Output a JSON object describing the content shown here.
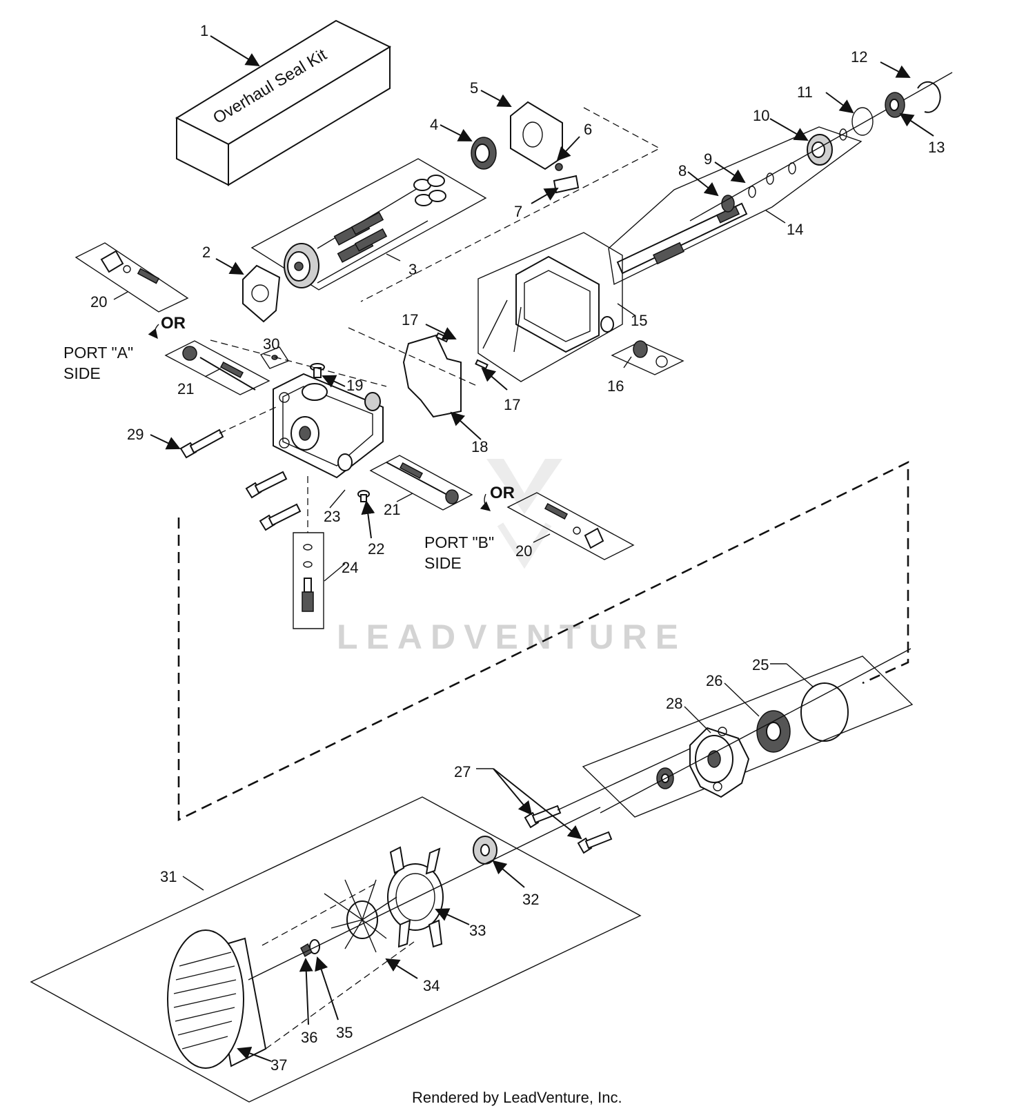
{
  "kit_label": "Overhaul Seal Kit",
  "callouts": {
    "c1": "1",
    "c2": "2",
    "c3": "3",
    "c4": "4",
    "c5": "5",
    "c6": "6",
    "c7": "7",
    "c8": "8",
    "c9": "9",
    "c10": "10",
    "c11": "11",
    "c12": "12",
    "c13": "13",
    "c14": "14",
    "c15": "15",
    "c16": "16",
    "c17a": "17",
    "c17b": "17",
    "c18": "18",
    "c19": "19",
    "c20a": "20",
    "c20b": "20",
    "c21a": "21",
    "c21b": "21",
    "c22": "22",
    "c23": "23",
    "c24": "24",
    "c25": "25",
    "c26": "26",
    "c27": "27",
    "c28": "28",
    "c29": "29",
    "c30": "30",
    "c31": "31",
    "c32": "32",
    "c33": "33",
    "c34": "34",
    "c35": "35",
    "c36": "36",
    "c37": "37"
  },
  "or_a": "OR",
  "or_b": "OR",
  "port_a_line1": "PORT \"A\"",
  "port_a_line2": "SIDE",
  "port_b_line1": "PORT \"B\"",
  "port_b_line2": "SIDE",
  "watermark": "LEADVENTURE",
  "footer": "Rendered by LeadVenture, Inc."
}
